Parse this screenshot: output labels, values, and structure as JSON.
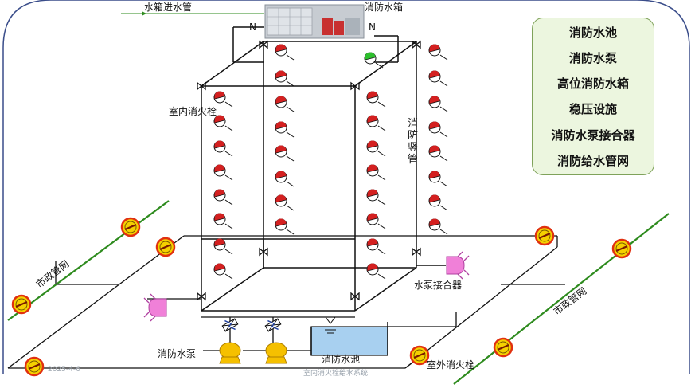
{
  "labels": {
    "tank_inlet": "水箱进水管",
    "fire_tank": "消防水箱",
    "indoor_hydrant": "室内消火栓",
    "riser": "消防竖管",
    "municipal_left": "市政管网",
    "municipal_right": "市政管网",
    "pump_adapter": "水泵接合器",
    "fire_pump": "消防水泵",
    "fire_pool": "消防水池",
    "outdoor_hydrant": "室外消火栓",
    "valve_n_left": "N",
    "valve_n_right": "N"
  },
  "legend": {
    "items": [
      "消防水池",
      "消防水泵",
      "高位消防水箱",
      "稳压设施",
      "消防水泵接合器",
      "消防给水管网"
    ]
  },
  "footer": {
    "date": "2025-4-6",
    "caption": "室内消火栓给水系统"
  },
  "colors": {
    "border": "#3a4d8a",
    "pipe": "#111111",
    "municipal_pipe": "#2e8b1e",
    "hydrant_red": "#d42020",
    "hydrant_green": "#2ec02e",
    "outdoor_hydrant_fill": "#f5d000",
    "outdoor_hydrant_ring": "#e03010",
    "pump": "#f5c000",
    "adapter": "#f080d8",
    "pool": "#a8d0f0",
    "legend_bg": "#ecf6df"
  }
}
